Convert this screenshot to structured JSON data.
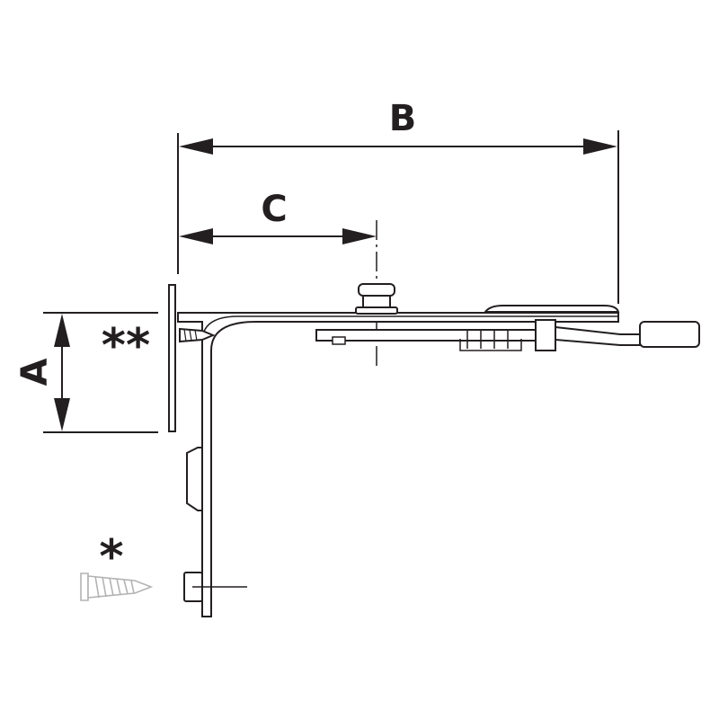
{
  "labels": {
    "dim_a": "A",
    "dim_b": "B",
    "dim_c": "C",
    "double_star": "**",
    "single_star": "*"
  },
  "colors": {
    "line": "#231f20",
    "faded_screw": "#b3b3b3"
  }
}
